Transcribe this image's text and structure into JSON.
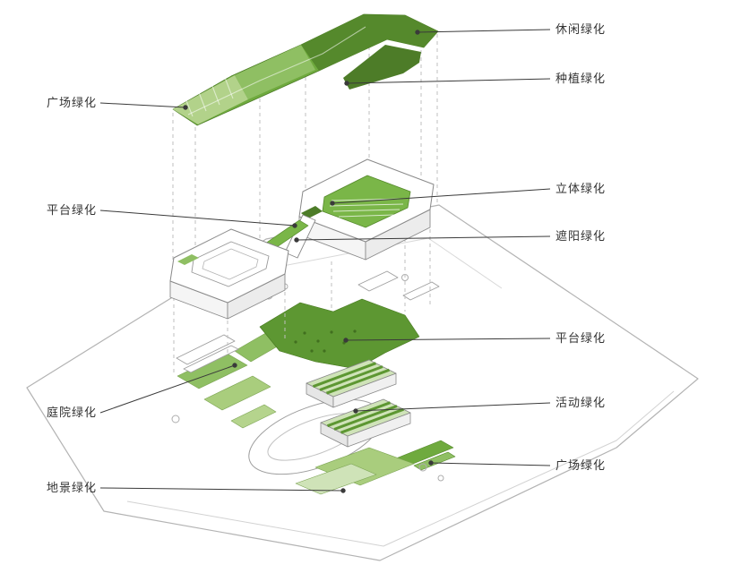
{
  "figure": {
    "type": "exploded-axonometric-greening-diagram",
    "colors": {
      "green_dark": "#4d7c28",
      "green_mid": "#6faa3e",
      "green_light": "#a9cd7d",
      "line_gray": "#9b9b9b",
      "label_text": "#333333",
      "background": "#ffffff"
    },
    "labels_right": [
      {
        "text": "休闲绿化"
      },
      {
        "text": "种植绿化"
      },
      {
        "text": "立体绿化"
      },
      {
        "text": "遮阳绿化"
      },
      {
        "text": "平台绿化"
      },
      {
        "text": "活动绿化"
      },
      {
        "text": "广场绿化"
      }
    ],
    "labels_left": [
      {
        "text": "广场绿化"
      },
      {
        "text": "平台绿化"
      },
      {
        "text": "庭院绿化"
      },
      {
        "text": "地景绿化"
      }
    ]
  }
}
